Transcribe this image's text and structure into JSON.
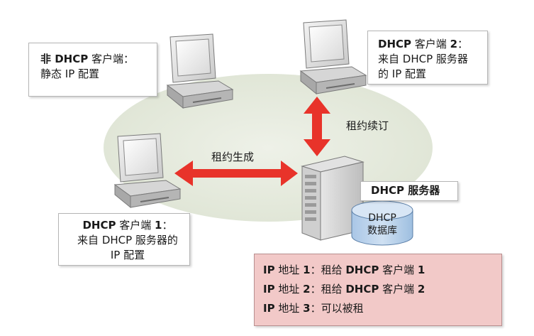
{
  "non_dhcp_client": {
    "line1_bold": "非 DHCP",
    "line1_rest": " 客户端：",
    "line2": "静态 IP 配置"
  },
  "client2": {
    "line1_bold": "DHCP",
    "line1_mid": " 客户端 ",
    "line1_num": "2",
    "line1_colon": "：",
    "line2": "来自 DHCP 服务器",
    "line3": "的 IP 配置"
  },
  "client1": {
    "line1_bold": "DHCP",
    "line1_mid": " 客户端 ",
    "line1_num": "1",
    "line1_colon": "：",
    "line2": "来自 DHCP 服务器的",
    "line3": "IP 配置"
  },
  "server": {
    "label_bold": "DHCP",
    "label_rest": " 服务器"
  },
  "database": {
    "line1": "DHCP",
    "line2": "数据库"
  },
  "arrows": {
    "renewal": "租约续订",
    "generation": "租约生成"
  },
  "ip_table": {
    "rows": [
      {
        "ip": "IP",
        "addr": " 地址 ",
        "num": "1",
        "sep": "：租给 ",
        "dhcp": "DHCP",
        "client": " 客户端 ",
        "cnum": "1"
      },
      {
        "ip": "IP",
        "addr": " 地址 ",
        "num": "2",
        "sep": "：租给 ",
        "dhcp": "DHCP",
        "client": " 客户端 ",
        "cnum": "2"
      },
      {
        "ip": "IP",
        "addr": " 地址 ",
        "num": "3",
        "sep": "：可以被租"
      }
    ]
  },
  "colors": {
    "arrow": "#e8332a",
    "ellipse": "#dfe6d6",
    "table_bg": "#f2c9c8",
    "database_fill": "#bcd4ec"
  }
}
